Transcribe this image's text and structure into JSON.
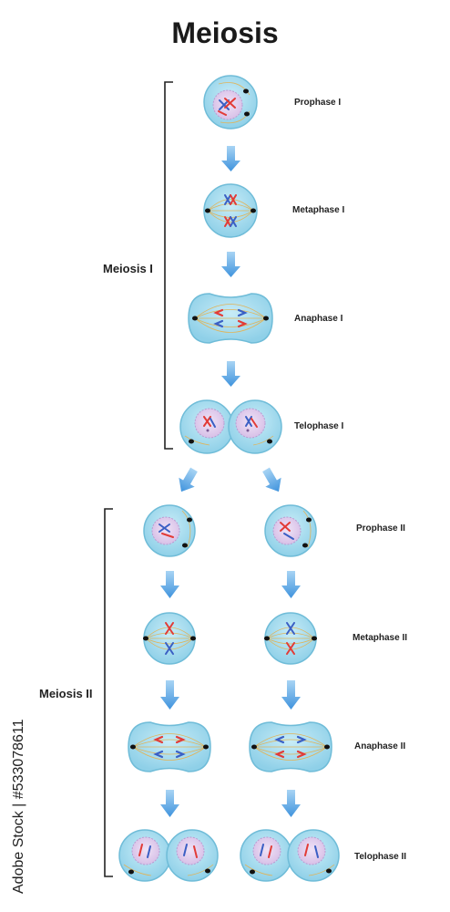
{
  "title": "Meiosis",
  "groups": {
    "meiosis_1": "Meiosis I",
    "meiosis_2": "Meiosis II"
  },
  "stages": {
    "prophase_1": "Prophase I",
    "metaphase_1": "Metaphase I",
    "anaphase_1": "Anaphase I",
    "telophase_1": "Telophase I",
    "prophase_2": "Prophase II",
    "metaphase_2": "Metaphase II",
    "anaphase_2": "Anaphase II",
    "telophase_2": "Telophase II"
  },
  "watermark": "Adobe Stock | #533078611",
  "colors": {
    "cell_fill": "#9ed9ee",
    "cell_stroke": "#6fbcd8",
    "nucleus_fill": "#dcc6ea",
    "arrow": "#4a9ee0",
    "chrom_red": "#e23b36",
    "chrom_blue": "#3a5fc4",
    "spindle": "#e0b45a"
  }
}
